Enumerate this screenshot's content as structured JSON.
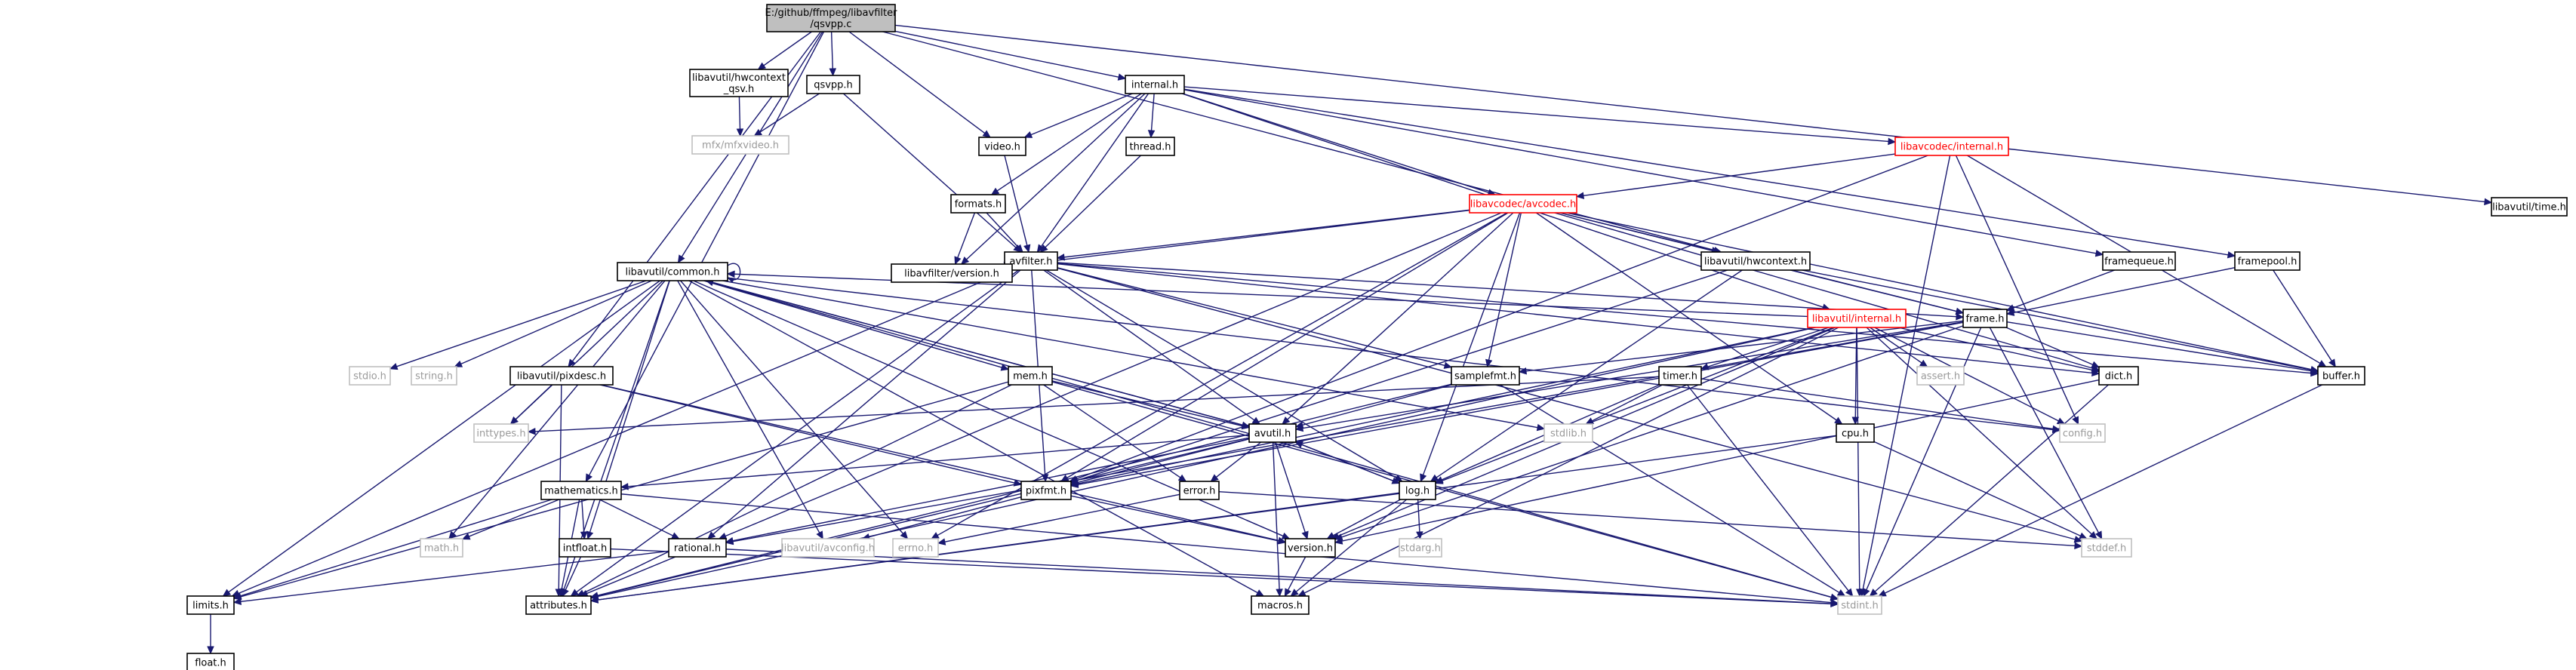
{
  "colors": {
    "edge": "#191970",
    "root_fill": "#bfbfbf",
    "external_border": "#bfbfbf",
    "external_text": "#9a9a9a",
    "missing_border": "#ff0000"
  },
  "nodes": [
    {
      "id": "root",
      "lines": [
        "E:/github/ffmpeg/libavfilter",
        "/qsvpp.c"
      ],
      "kind": "root"
    },
    {
      "id": "hwqsv",
      "lines": [
        "libavutil/hwcontext",
        "_qsv.h"
      ],
      "kind": "normal"
    },
    {
      "id": "qsvpp",
      "lines": [
        "qsvpp.h"
      ],
      "kind": "normal"
    },
    {
      "id": "internal",
      "lines": [
        "internal.h"
      ],
      "kind": "normal"
    },
    {
      "id": "time",
      "lines": [
        "libavutil/time.h"
      ],
      "kind": "normal"
    },
    {
      "id": "mfx",
      "lines": [
        "mfx/mfxvideo.h"
      ],
      "kind": "ext"
    },
    {
      "id": "video",
      "lines": [
        "video.h"
      ],
      "kind": "normal"
    },
    {
      "id": "thread",
      "lines": [
        "thread.h"
      ],
      "kind": "normal"
    },
    {
      "id": "lavcint",
      "lines": [
        "libavcodec/internal.h"
      ],
      "kind": "red"
    },
    {
      "id": "formats",
      "lines": [
        "formats.h"
      ],
      "kind": "normal"
    },
    {
      "id": "avcodec",
      "lines": [
        "libavcodec/avcodec.h"
      ],
      "kind": "red"
    },
    {
      "id": "avfilter",
      "lines": [
        "avfilter.h"
      ],
      "kind": "normal"
    },
    {
      "id": "hwcontext",
      "lines": [
        "libavutil/hwcontext.h"
      ],
      "kind": "normal"
    },
    {
      "id": "framequeue",
      "lines": [
        "framequeue.h"
      ],
      "kind": "normal"
    },
    {
      "id": "framepool",
      "lines": [
        "framepool.h"
      ],
      "kind": "normal"
    },
    {
      "id": "common",
      "lines": [
        "libavutil/common.h"
      ],
      "kind": "normal"
    },
    {
      "id": "lfversion",
      "lines": [
        "libavfilter/version.h"
      ],
      "kind": "normal"
    },
    {
      "id": "frame",
      "lines": [
        "frame.h"
      ],
      "kind": "normal"
    },
    {
      "id": "lavuint",
      "lines": [
        "libavutil/internal.h"
      ],
      "kind": "red"
    },
    {
      "id": "stdio",
      "lines": [
        "stdio.h"
      ],
      "kind": "ext"
    },
    {
      "id": "string",
      "lines": [
        "string.h"
      ],
      "kind": "ext"
    },
    {
      "id": "pixdesc",
      "lines": [
        "libavutil/pixdesc.h"
      ],
      "kind": "normal"
    },
    {
      "id": "mem",
      "lines": [
        "mem.h"
      ],
      "kind": "normal"
    },
    {
      "id": "samplefmt",
      "lines": [
        "samplefmt.h"
      ],
      "kind": "normal"
    },
    {
      "id": "timer",
      "lines": [
        "timer.h"
      ],
      "kind": "normal"
    },
    {
      "id": "assert",
      "lines": [
        "assert.h"
      ],
      "kind": "ext"
    },
    {
      "id": "dict",
      "lines": [
        "dict.h"
      ],
      "kind": "normal"
    },
    {
      "id": "buffer",
      "lines": [
        "buffer.h"
      ],
      "kind": "normal"
    },
    {
      "id": "inttypes",
      "lines": [
        "inttypes.h"
      ],
      "kind": "ext"
    },
    {
      "id": "stdlib",
      "lines": [
        "stdlib.h"
      ],
      "kind": "ext"
    },
    {
      "id": "avutil",
      "lines": [
        "avutil.h"
      ],
      "kind": "normal"
    },
    {
      "id": "cpu",
      "lines": [
        "cpu.h"
      ],
      "kind": "normal"
    },
    {
      "id": "config",
      "lines": [
        "config.h"
      ],
      "kind": "ext"
    },
    {
      "id": "mathematics",
      "lines": [
        "mathematics.h"
      ],
      "kind": "normal"
    },
    {
      "id": "pixfmt",
      "lines": [
        "pixfmt.h"
      ],
      "kind": "normal"
    },
    {
      "id": "error",
      "lines": [
        "error.h"
      ],
      "kind": "normal"
    },
    {
      "id": "log",
      "lines": [
        "log.h"
      ],
      "kind": "normal"
    },
    {
      "id": "math",
      "lines": [
        "math.h"
      ],
      "kind": "ext"
    },
    {
      "id": "intfloat",
      "lines": [
        "intfloat.h"
      ],
      "kind": "normal"
    },
    {
      "id": "rational",
      "lines": [
        "rational.h"
      ],
      "kind": "normal"
    },
    {
      "id": "avconfig",
      "lines": [
        "libavutil/avconfig.h"
      ],
      "kind": "ext"
    },
    {
      "id": "errno",
      "lines": [
        "errno.h"
      ],
      "kind": "ext"
    },
    {
      "id": "version",
      "lines": [
        "version.h"
      ],
      "kind": "normal"
    },
    {
      "id": "stdarg",
      "lines": [
        "stdarg.h"
      ],
      "kind": "ext"
    },
    {
      "id": "stddef",
      "lines": [
        "stddef.h"
      ],
      "kind": "ext"
    },
    {
      "id": "limits",
      "lines": [
        "limits.h"
      ],
      "kind": "normal"
    },
    {
      "id": "attributes",
      "lines": [
        "attributes.h"
      ],
      "kind": "normal"
    },
    {
      "id": "macros",
      "lines": [
        "macros.h"
      ],
      "kind": "normal"
    },
    {
      "id": "stdint",
      "lines": [
        "stdint.h"
      ],
      "kind": "ext"
    },
    {
      "id": "float",
      "lines": [
        "float.h"
      ],
      "kind": "normal"
    }
  ],
  "edges": [
    [
      "root",
      "hwqsv"
    ],
    [
      "root",
      "qsvpp"
    ],
    [
      "root",
      "internal"
    ],
    [
      "root",
      "time"
    ],
    [
      "root",
      "video"
    ],
    [
      "root",
      "common"
    ],
    [
      "root",
      "pixdesc"
    ],
    [
      "root",
      "mathematics"
    ],
    [
      "root",
      "hwcontext"
    ],
    [
      "hwqsv",
      "mfx"
    ],
    [
      "qsvpp",
      "mfx"
    ],
    [
      "qsvpp",
      "avfilter"
    ],
    [
      "internal",
      "video"
    ],
    [
      "internal",
      "thread"
    ],
    [
      "internal",
      "lavcint"
    ],
    [
      "internal",
      "formats"
    ],
    [
      "internal",
      "avcodec"
    ],
    [
      "internal",
      "avfilter"
    ],
    [
      "internal",
      "framequeue"
    ],
    [
      "internal",
      "framepool"
    ],
    [
      "internal",
      "lfversion"
    ],
    [
      "internal",
      "lavuint"
    ],
    [
      "video",
      "avfilter"
    ],
    [
      "thread",
      "avfilter"
    ],
    [
      "formats",
      "avfilter"
    ],
    [
      "formats",
      "lfversion"
    ],
    [
      "lavcint",
      "avcodec"
    ],
    [
      "lavcint",
      "buffer"
    ],
    [
      "lavcint",
      "config"
    ],
    [
      "lavcint",
      "stdint"
    ],
    [
      "lavcint",
      "pixfmt"
    ],
    [
      "avcodec",
      "avfilter"
    ],
    [
      "avcodec",
      "samplefmt"
    ],
    [
      "avcodec",
      "avutil"
    ],
    [
      "avcodec",
      "buffer"
    ],
    [
      "avcodec",
      "cpu"
    ],
    [
      "avcodec",
      "dict"
    ],
    [
      "avcodec",
      "frame"
    ],
    [
      "avcodec",
      "log"
    ],
    [
      "avcodec",
      "pixfmt"
    ],
    [
      "avcodec",
      "rational"
    ],
    [
      "avcodec",
      "errno"
    ],
    [
      "avcodec",
      "hwcontext"
    ],
    [
      "avcodec",
      "lfversion"
    ],
    [
      "avfilter",
      "lfversion"
    ],
    [
      "avfilter",
      "frame"
    ],
    [
      "avfilter",
      "avutil"
    ],
    [
      "avfilter",
      "samplefmt"
    ],
    [
      "avfilter",
      "pixfmt"
    ],
    [
      "avfilter",
      "rational"
    ],
    [
      "avfilter",
      "buffer"
    ],
    [
      "avfilter",
      "dict"
    ],
    [
      "avfilter",
      "log"
    ],
    [
      "avfilter",
      "attributes"
    ],
    [
      "avfilter",
      "stddef"
    ],
    [
      "avfilter",
      "limits"
    ],
    [
      "hwcontext",
      "buffer"
    ],
    [
      "hwcontext",
      "frame"
    ],
    [
      "hwcontext",
      "log"
    ],
    [
      "hwcontext",
      "pixfmt"
    ],
    [
      "framequeue",
      "frame"
    ],
    [
      "framepool",
      "frame"
    ],
    [
      "framepool",
      "buffer"
    ],
    [
      "common",
      "common"
    ],
    [
      "common",
      "stdio"
    ],
    [
      "common",
      "string"
    ],
    [
      "common",
      "inttypes"
    ],
    [
      "common",
      "mem"
    ],
    [
      "common",
      "avutil"
    ],
    [
      "common",
      "attributes"
    ],
    [
      "common",
      "macros"
    ],
    [
      "common",
      "math"
    ],
    [
      "common",
      "errno"
    ],
    [
      "common",
      "avconfig"
    ],
    [
      "common",
      "version"
    ],
    [
      "common",
      "limits"
    ],
    [
      "common",
      "stdint"
    ],
    [
      "common",
      "stdlib"
    ],
    [
      "common",
      "config"
    ],
    [
      "common",
      "intfloat"
    ],
    [
      "frame",
      "avutil"
    ],
    [
      "frame",
      "buffer"
    ],
    [
      "frame",
      "dict"
    ],
    [
      "frame",
      "rational"
    ],
    [
      "frame",
      "samplefmt"
    ],
    [
      "frame",
      "pixfmt"
    ],
    [
      "frame",
      "version"
    ],
    [
      "frame",
      "stdint"
    ],
    [
      "frame",
      "stddef"
    ],
    [
      "lavuint",
      "timer"
    ],
    [
      "lavuint",
      "assert"
    ],
    [
      "lavuint",
      "config"
    ],
    [
      "lavuint",
      "attributes"
    ],
    [
      "lavuint",
      "dict"
    ],
    [
      "lavuint",
      "macros"
    ],
    [
      "lavuint",
      "pixfmt"
    ],
    [
      "lavuint",
      "version"
    ],
    [
      "lavuint",
      "cpu"
    ],
    [
      "lavuint",
      "stdint"
    ],
    [
      "lavuint",
      "stddef"
    ],
    [
      "lavuint",
      "log"
    ],
    [
      "lavuint",
      "common"
    ],
    [
      "pixdesc",
      "inttypes"
    ],
    [
      "pixdesc",
      "attributes"
    ],
    [
      "pixdesc",
      "pixfmt"
    ],
    [
      "pixdesc",
      "version"
    ],
    [
      "mem",
      "avutil"
    ],
    [
      "mem",
      "error"
    ],
    [
      "mem",
      "attributes"
    ],
    [
      "mem",
      "stdint"
    ],
    [
      "mem",
      "limits"
    ],
    [
      "samplefmt",
      "avutil"
    ],
    [
      "samplefmt",
      "attributes"
    ],
    [
      "samplefmt",
      "stdint"
    ],
    [
      "timer",
      "config"
    ],
    [
      "timer",
      "log"
    ],
    [
      "timer",
      "inttypes"
    ],
    [
      "timer",
      "stdlib"
    ],
    [
      "timer",
      "stdint"
    ],
    [
      "dict",
      "stdint"
    ],
    [
      "dict",
      "version"
    ],
    [
      "buffer",
      "stdint"
    ],
    [
      "avutil",
      "common"
    ],
    [
      "avutil",
      "error"
    ],
    [
      "avutil",
      "version"
    ],
    [
      "avutil",
      "macros"
    ],
    [
      "avutil",
      "mathematics"
    ],
    [
      "avutil",
      "rational"
    ],
    [
      "avutil",
      "log"
    ],
    [
      "avutil",
      "pixfmt"
    ],
    [
      "avutil",
      "attributes"
    ],
    [
      "cpu",
      "stddef"
    ],
    [
      "cpu",
      "attributes"
    ],
    [
      "mathematics",
      "math"
    ],
    [
      "mathematics",
      "intfloat"
    ],
    [
      "mathematics",
      "rational"
    ],
    [
      "mathematics",
      "attributes"
    ],
    [
      "mathematics",
      "limits"
    ],
    [
      "mathematics",
      "stdint"
    ],
    [
      "pixfmt",
      "avconfig"
    ],
    [
      "pixfmt",
      "version"
    ],
    [
      "error",
      "errno"
    ],
    [
      "error",
      "stddef"
    ],
    [
      "log",
      "stdarg"
    ],
    [
      "log",
      "avutil"
    ],
    [
      "log",
      "attributes"
    ],
    [
      "log",
      "version"
    ],
    [
      "log",
      "macros"
    ],
    [
      "intfloat",
      "stdint"
    ],
    [
      "intfloat",
      "attributes"
    ],
    [
      "rational",
      "stdint"
    ],
    [
      "rational",
      "limits"
    ],
    [
      "rational",
      "attributes"
    ],
    [
      "version",
      "macros"
    ],
    [
      "limits",
      "float"
    ]
  ]
}
